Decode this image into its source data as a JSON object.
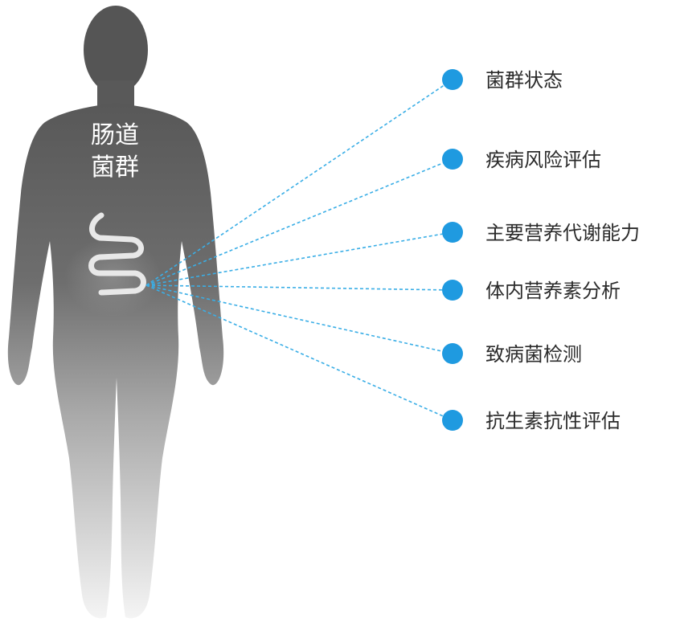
{
  "body_label": {
    "line1": "肠道",
    "line2": "菌群"
  },
  "items": [
    {
      "label": "菌群状态"
    },
    {
      "label": "疾病风险评估"
    },
    {
      "label": "主要营养代谢能力"
    },
    {
      "label": "体内营养素分析"
    },
    {
      "label": "致病菌检测"
    },
    {
      "label": "抗生素抗性评估"
    }
  ],
  "colors": {
    "dot": "#1f9ae0",
    "line": "#3aaee6",
    "label_text": "#2b2b2b",
    "body_top": "#5b5b5b",
    "body_bottom": "#f2f2f2",
    "intestine": "#e6e6e6"
  }
}
